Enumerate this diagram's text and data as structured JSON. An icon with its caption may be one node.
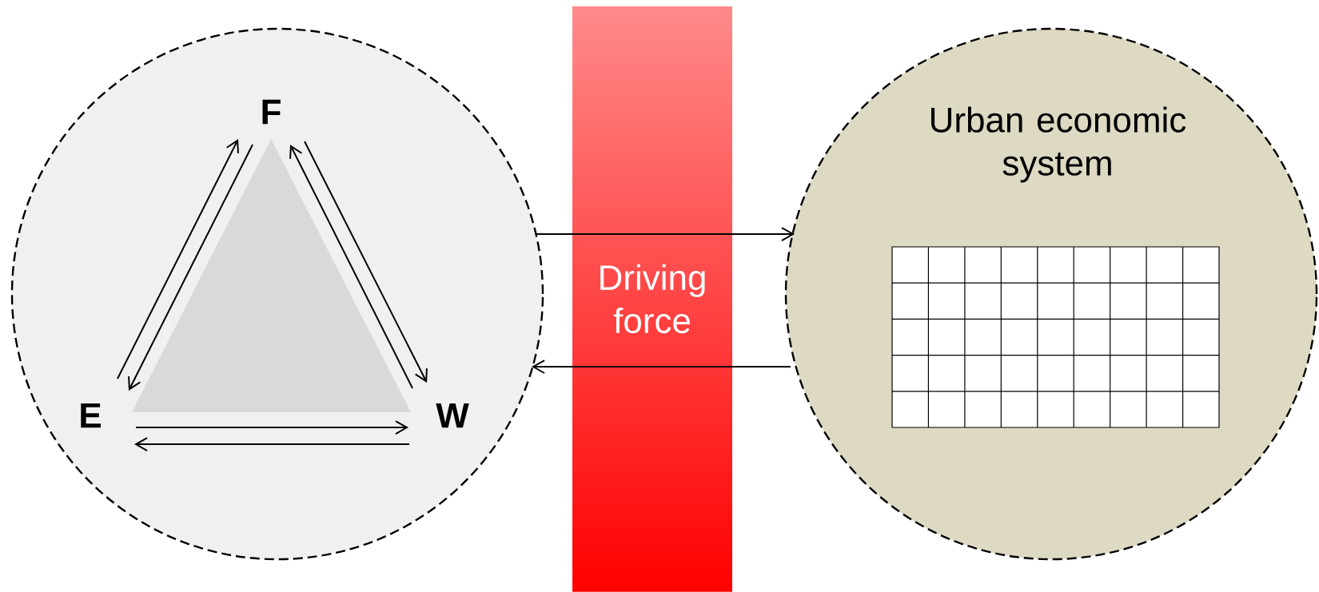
{
  "diagram": {
    "nodes": [
      {
        "text": [],
        "shape": "circle"
      },
      {
        "text": [
          "F"
        ],
        "in": 0
      },
      {
        "text": [
          "E"
        ],
        "in": 0
      },
      {
        "text": [
          "W"
        ],
        "in": 0
      },
      {
        "text": [
          "Driving force"
        ]
      },
      {
        "text": [
          "Urban economic system"
        ]
      }
    ],
    "edges": [
      {
        "from": 2,
        "to": 1,
        "arrow": "to"
      },
      {
        "from": 1,
        "to": 2,
        "arrow": "to"
      },
      {
        "from": 1,
        "to": 3,
        "arrow": "to"
      },
      {
        "from": 3,
        "to": 1,
        "arrow": "to"
      },
      {
        "from": 2,
        "to": 3,
        "arrow": "to"
      },
      {
        "from": 3,
        "to": 2,
        "arrow": "to"
      },
      {
        "from": 0,
        "to": 5,
        "arrow": "to"
      },
      {
        "from": 5,
        "to": 0,
        "arrow": "to"
      }
    ]
  }
}
